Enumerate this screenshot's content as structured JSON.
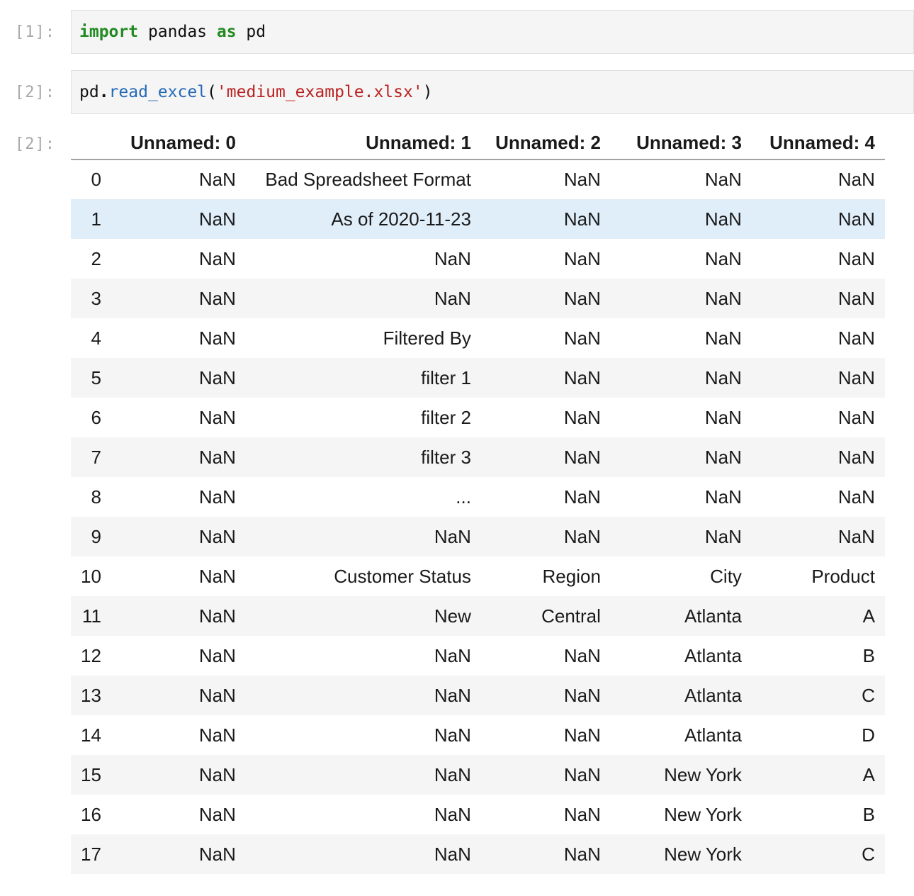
{
  "cells": [
    {
      "prompt": "[1]:",
      "code_tokens": [
        {
          "text": "import",
          "type": "keyword"
        },
        {
          "text": " pandas ",
          "type": "plain"
        },
        {
          "text": "as",
          "type": "keyword"
        },
        {
          "text": " pd",
          "type": "plain"
        }
      ]
    },
    {
      "prompt": "[2]:",
      "code_tokens": [
        {
          "text": "pd",
          "type": "plain"
        },
        {
          "text": ".",
          "type": "operator"
        },
        {
          "text": "read_excel",
          "type": "function"
        },
        {
          "text": "(",
          "type": "plain"
        },
        {
          "text": "'medium_example.xlsx'",
          "type": "string"
        },
        {
          "text": ")",
          "type": "plain"
        }
      ]
    }
  ],
  "output": {
    "prompt": "[2]:",
    "table": {
      "column_headers": [
        "",
        "Unnamed: 0",
        "Unnamed: 1",
        "Unnamed: 2",
        "Unnamed: 3",
        "Unnamed: 4"
      ],
      "highlighted_row_index": 1,
      "rows": [
        {
          "index": "0",
          "cells": [
            "NaN",
            "Bad Spreadsheet Format",
            "NaN",
            "NaN",
            "NaN"
          ]
        },
        {
          "index": "1",
          "cells": [
            "NaN",
            "As of 2020-11-23",
            "NaN",
            "NaN",
            "NaN"
          ]
        },
        {
          "index": "2",
          "cells": [
            "NaN",
            "NaN",
            "NaN",
            "NaN",
            "NaN"
          ]
        },
        {
          "index": "3",
          "cells": [
            "NaN",
            "NaN",
            "NaN",
            "NaN",
            "NaN"
          ]
        },
        {
          "index": "4",
          "cells": [
            "NaN",
            "Filtered By",
            "NaN",
            "NaN",
            "NaN"
          ]
        },
        {
          "index": "5",
          "cells": [
            "NaN",
            "filter 1",
            "NaN",
            "NaN",
            "NaN"
          ]
        },
        {
          "index": "6",
          "cells": [
            "NaN",
            "filter 2",
            "NaN",
            "NaN",
            "NaN"
          ]
        },
        {
          "index": "7",
          "cells": [
            "NaN",
            "filter 3",
            "NaN",
            "NaN",
            "NaN"
          ]
        },
        {
          "index": "8",
          "cells": [
            "NaN",
            "...",
            "NaN",
            "NaN",
            "NaN"
          ]
        },
        {
          "index": "9",
          "cells": [
            "NaN",
            "NaN",
            "NaN",
            "NaN",
            "NaN"
          ]
        },
        {
          "index": "10",
          "cells": [
            "NaN",
            "Customer Status",
            "Region",
            "City",
            "Product"
          ]
        },
        {
          "index": "11",
          "cells": [
            "NaN",
            "New",
            "Central",
            "Atlanta",
            "A"
          ]
        },
        {
          "index": "12",
          "cells": [
            "NaN",
            "NaN",
            "NaN",
            "Atlanta",
            "B"
          ]
        },
        {
          "index": "13",
          "cells": [
            "NaN",
            "NaN",
            "NaN",
            "Atlanta",
            "C"
          ]
        },
        {
          "index": "14",
          "cells": [
            "NaN",
            "NaN",
            "NaN",
            "Atlanta",
            "D"
          ]
        },
        {
          "index": "15",
          "cells": [
            "NaN",
            "NaN",
            "NaN",
            "New York",
            "A"
          ]
        },
        {
          "index": "16",
          "cells": [
            "NaN",
            "NaN",
            "NaN",
            "New York",
            "B"
          ]
        },
        {
          "index": "17",
          "cells": [
            "NaN",
            "NaN",
            "NaN",
            "New York",
            "C"
          ]
        }
      ]
    }
  },
  "colors": {
    "keyword_green": "#238b22",
    "function_blue": "#2569b5",
    "string_red": "#ba2121",
    "code_cell_background": "#f5f5f5",
    "code_cell_border": "#e1e1e1",
    "prompt_gray": "#a8a8a8",
    "row_stripe_gray": "#f5f5f5",
    "row_highlight_blue": "#e0eef9",
    "header_border_gray": "#a3a3a3"
  }
}
